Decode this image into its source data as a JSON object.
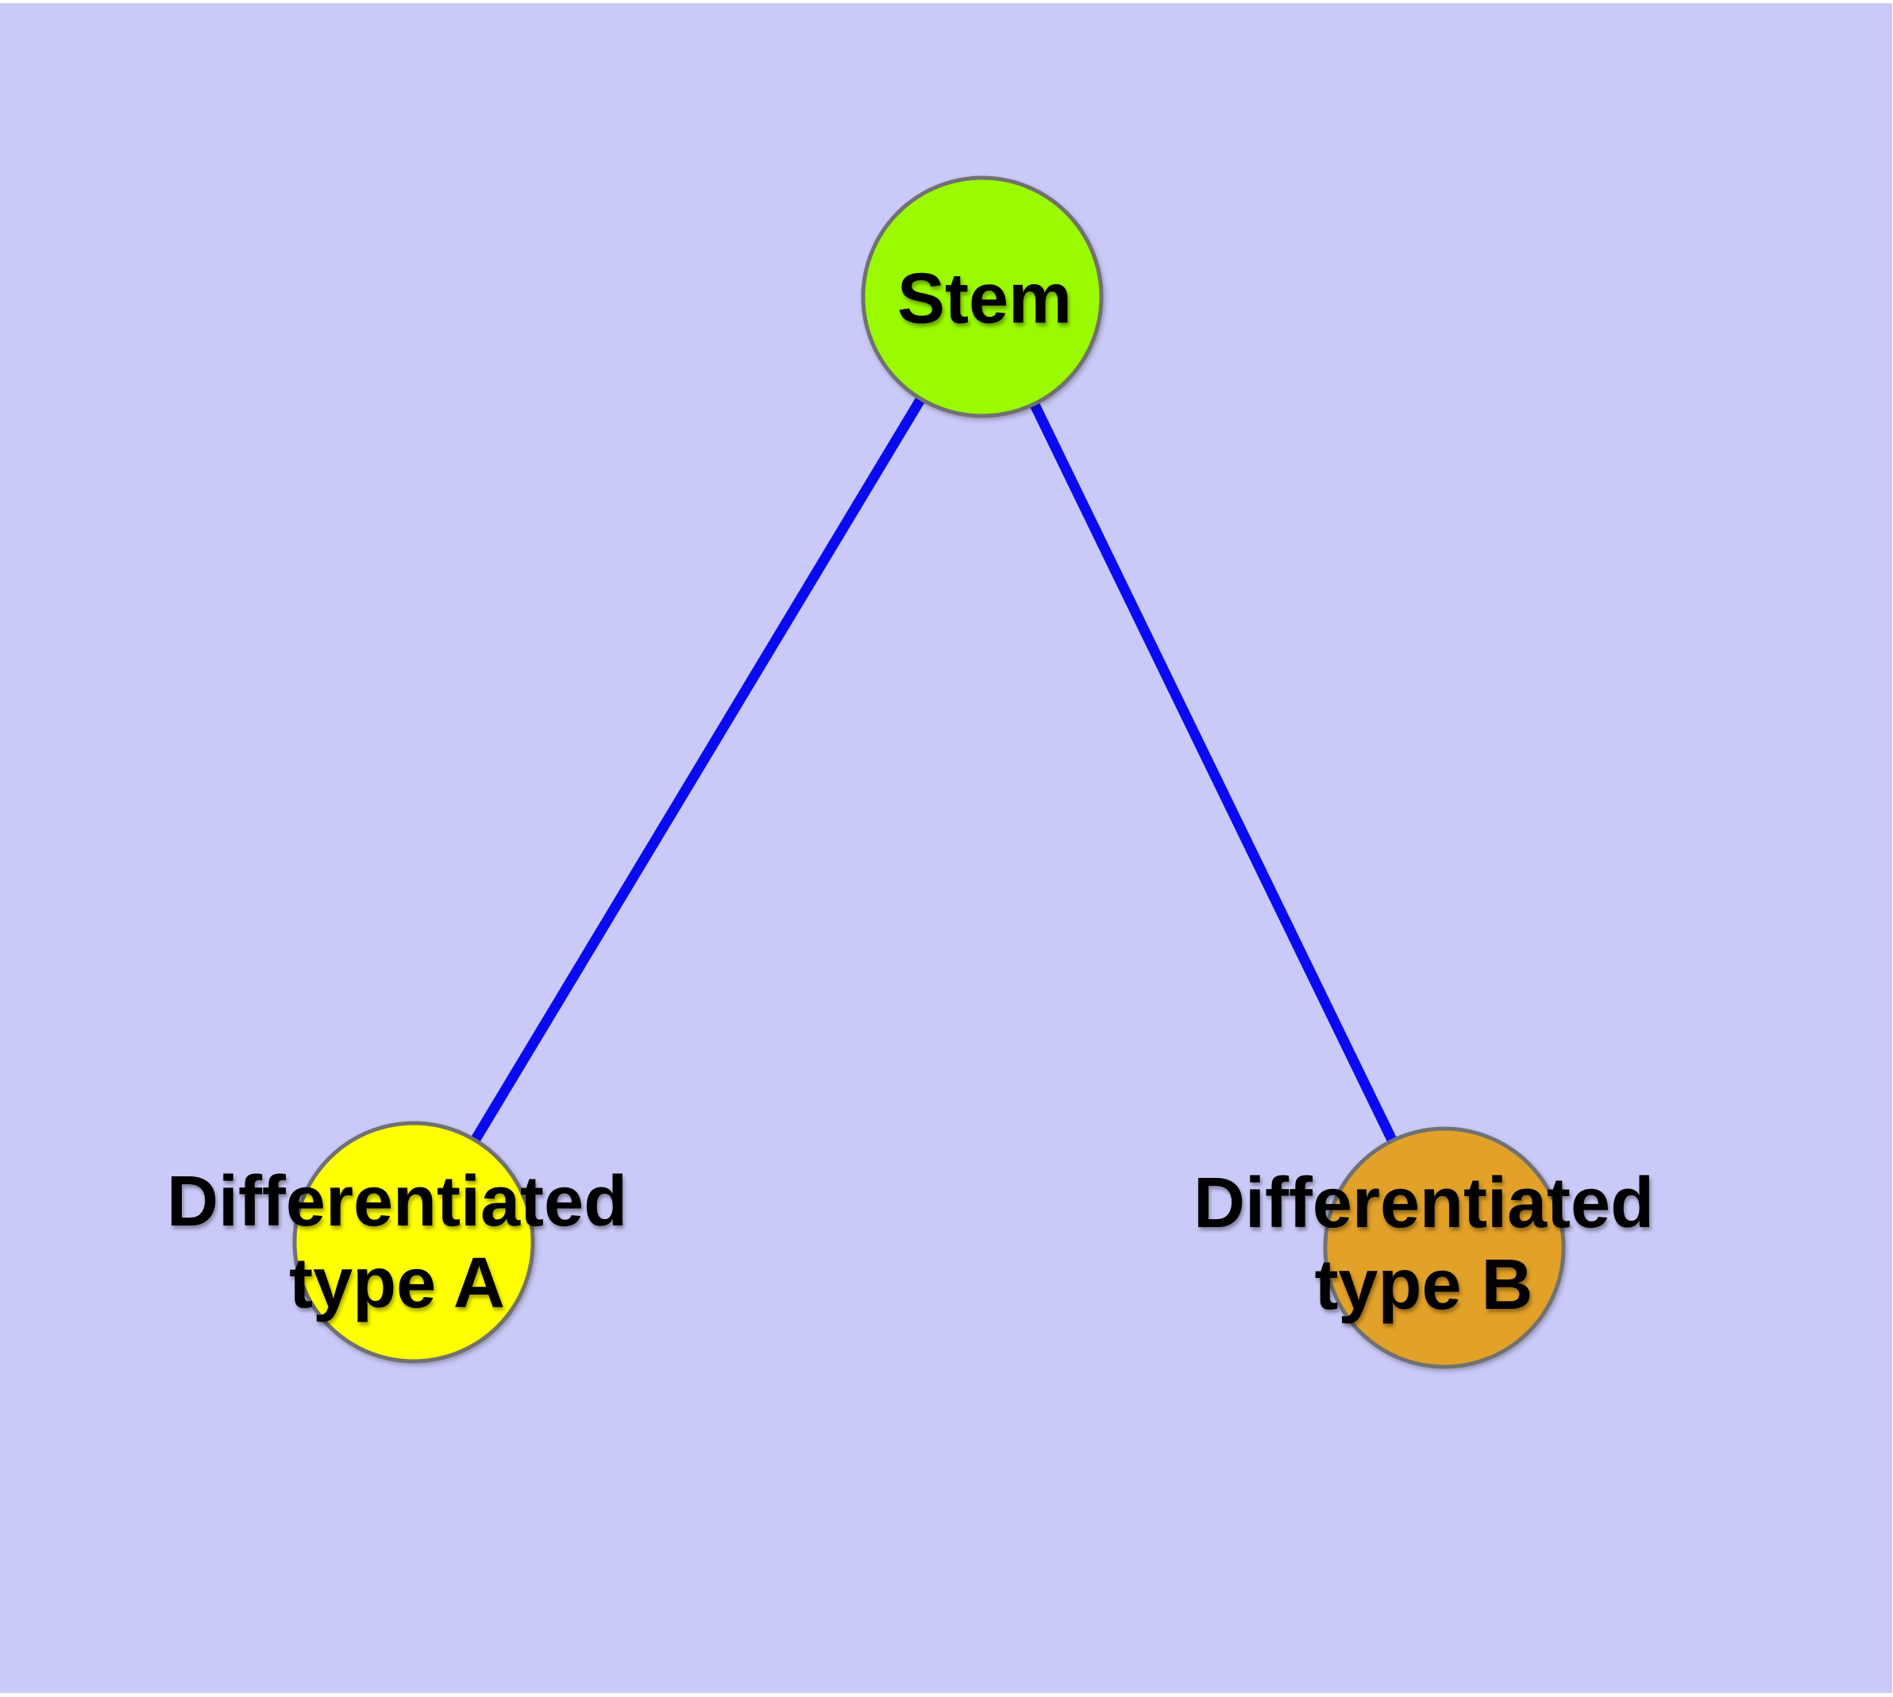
{
  "page": {
    "background": "#FFFFFF"
  },
  "diagram": {
    "background_color": "#CACAF8",
    "edge_color": "#0A0AF2",
    "node_stroke_color": "#717171",
    "label_color": "#000000",
    "nodes": [
      {
        "id": "stem",
        "label": "Stem",
        "fill": "#9BFA00"
      },
      {
        "id": "differentiated-type-a",
        "label_line1": "Differentiated",
        "label_line2": "type A",
        "fill": "#FFFF00"
      },
      {
        "id": "differentiated-type-b",
        "label_line1": "Differentiated",
        "label_line2": "type B",
        "fill": "#E2A128"
      }
    ],
    "edges": [
      {
        "from": "Stem",
        "to": "Differentiated type A"
      },
      {
        "from": "Stem",
        "to": "Differentiated type B"
      }
    ]
  }
}
